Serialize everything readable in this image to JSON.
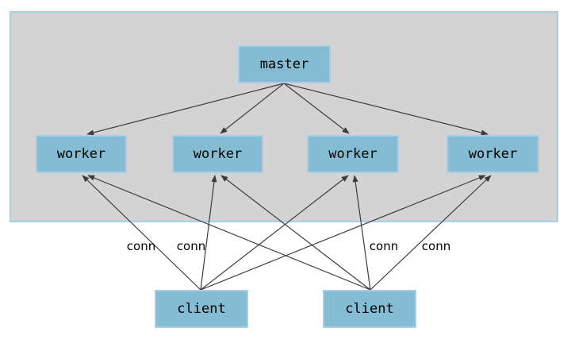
{
  "nodes": {
    "master": {
      "label": "master"
    },
    "workers": [
      {
        "label": "worker"
      },
      {
        "label": "worker"
      },
      {
        "label": "worker"
      },
      {
        "label": "worker"
      }
    ],
    "clients": [
      {
        "label": "client"
      },
      {
        "label": "client"
      }
    ]
  },
  "edge_labels": [
    {
      "text": "conn"
    },
    {
      "text": "conn"
    },
    {
      "text": "conn"
    },
    {
      "text": "conn"
    }
  ],
  "edges": [
    {
      "from": "master",
      "to": "worker-1"
    },
    {
      "from": "master",
      "to": "worker-2"
    },
    {
      "from": "master",
      "to": "worker-3"
    },
    {
      "from": "master",
      "to": "worker-4"
    },
    {
      "from": "client-1",
      "to": "worker-1",
      "label": "conn"
    },
    {
      "from": "client-1",
      "to": "worker-2",
      "label": "conn"
    },
    {
      "from": "client-1",
      "to": "worker-3"
    },
    {
      "from": "client-1",
      "to": "worker-4"
    },
    {
      "from": "client-2",
      "to": "worker-1"
    },
    {
      "from": "client-2",
      "to": "worker-2"
    },
    {
      "from": "client-2",
      "to": "worker-3",
      "label": "conn"
    },
    {
      "from": "client-2",
      "to": "worker-4",
      "label": "conn"
    }
  ],
  "colors": {
    "node_fill": "#84bcd4",
    "node_border": "#a6cfe4",
    "cluster_fill": "#d3d3d3",
    "cluster_border": "#a6cfe4",
    "edge": "#3c3c3c",
    "label_text": "#000000",
    "background": "#ffffff"
  }
}
